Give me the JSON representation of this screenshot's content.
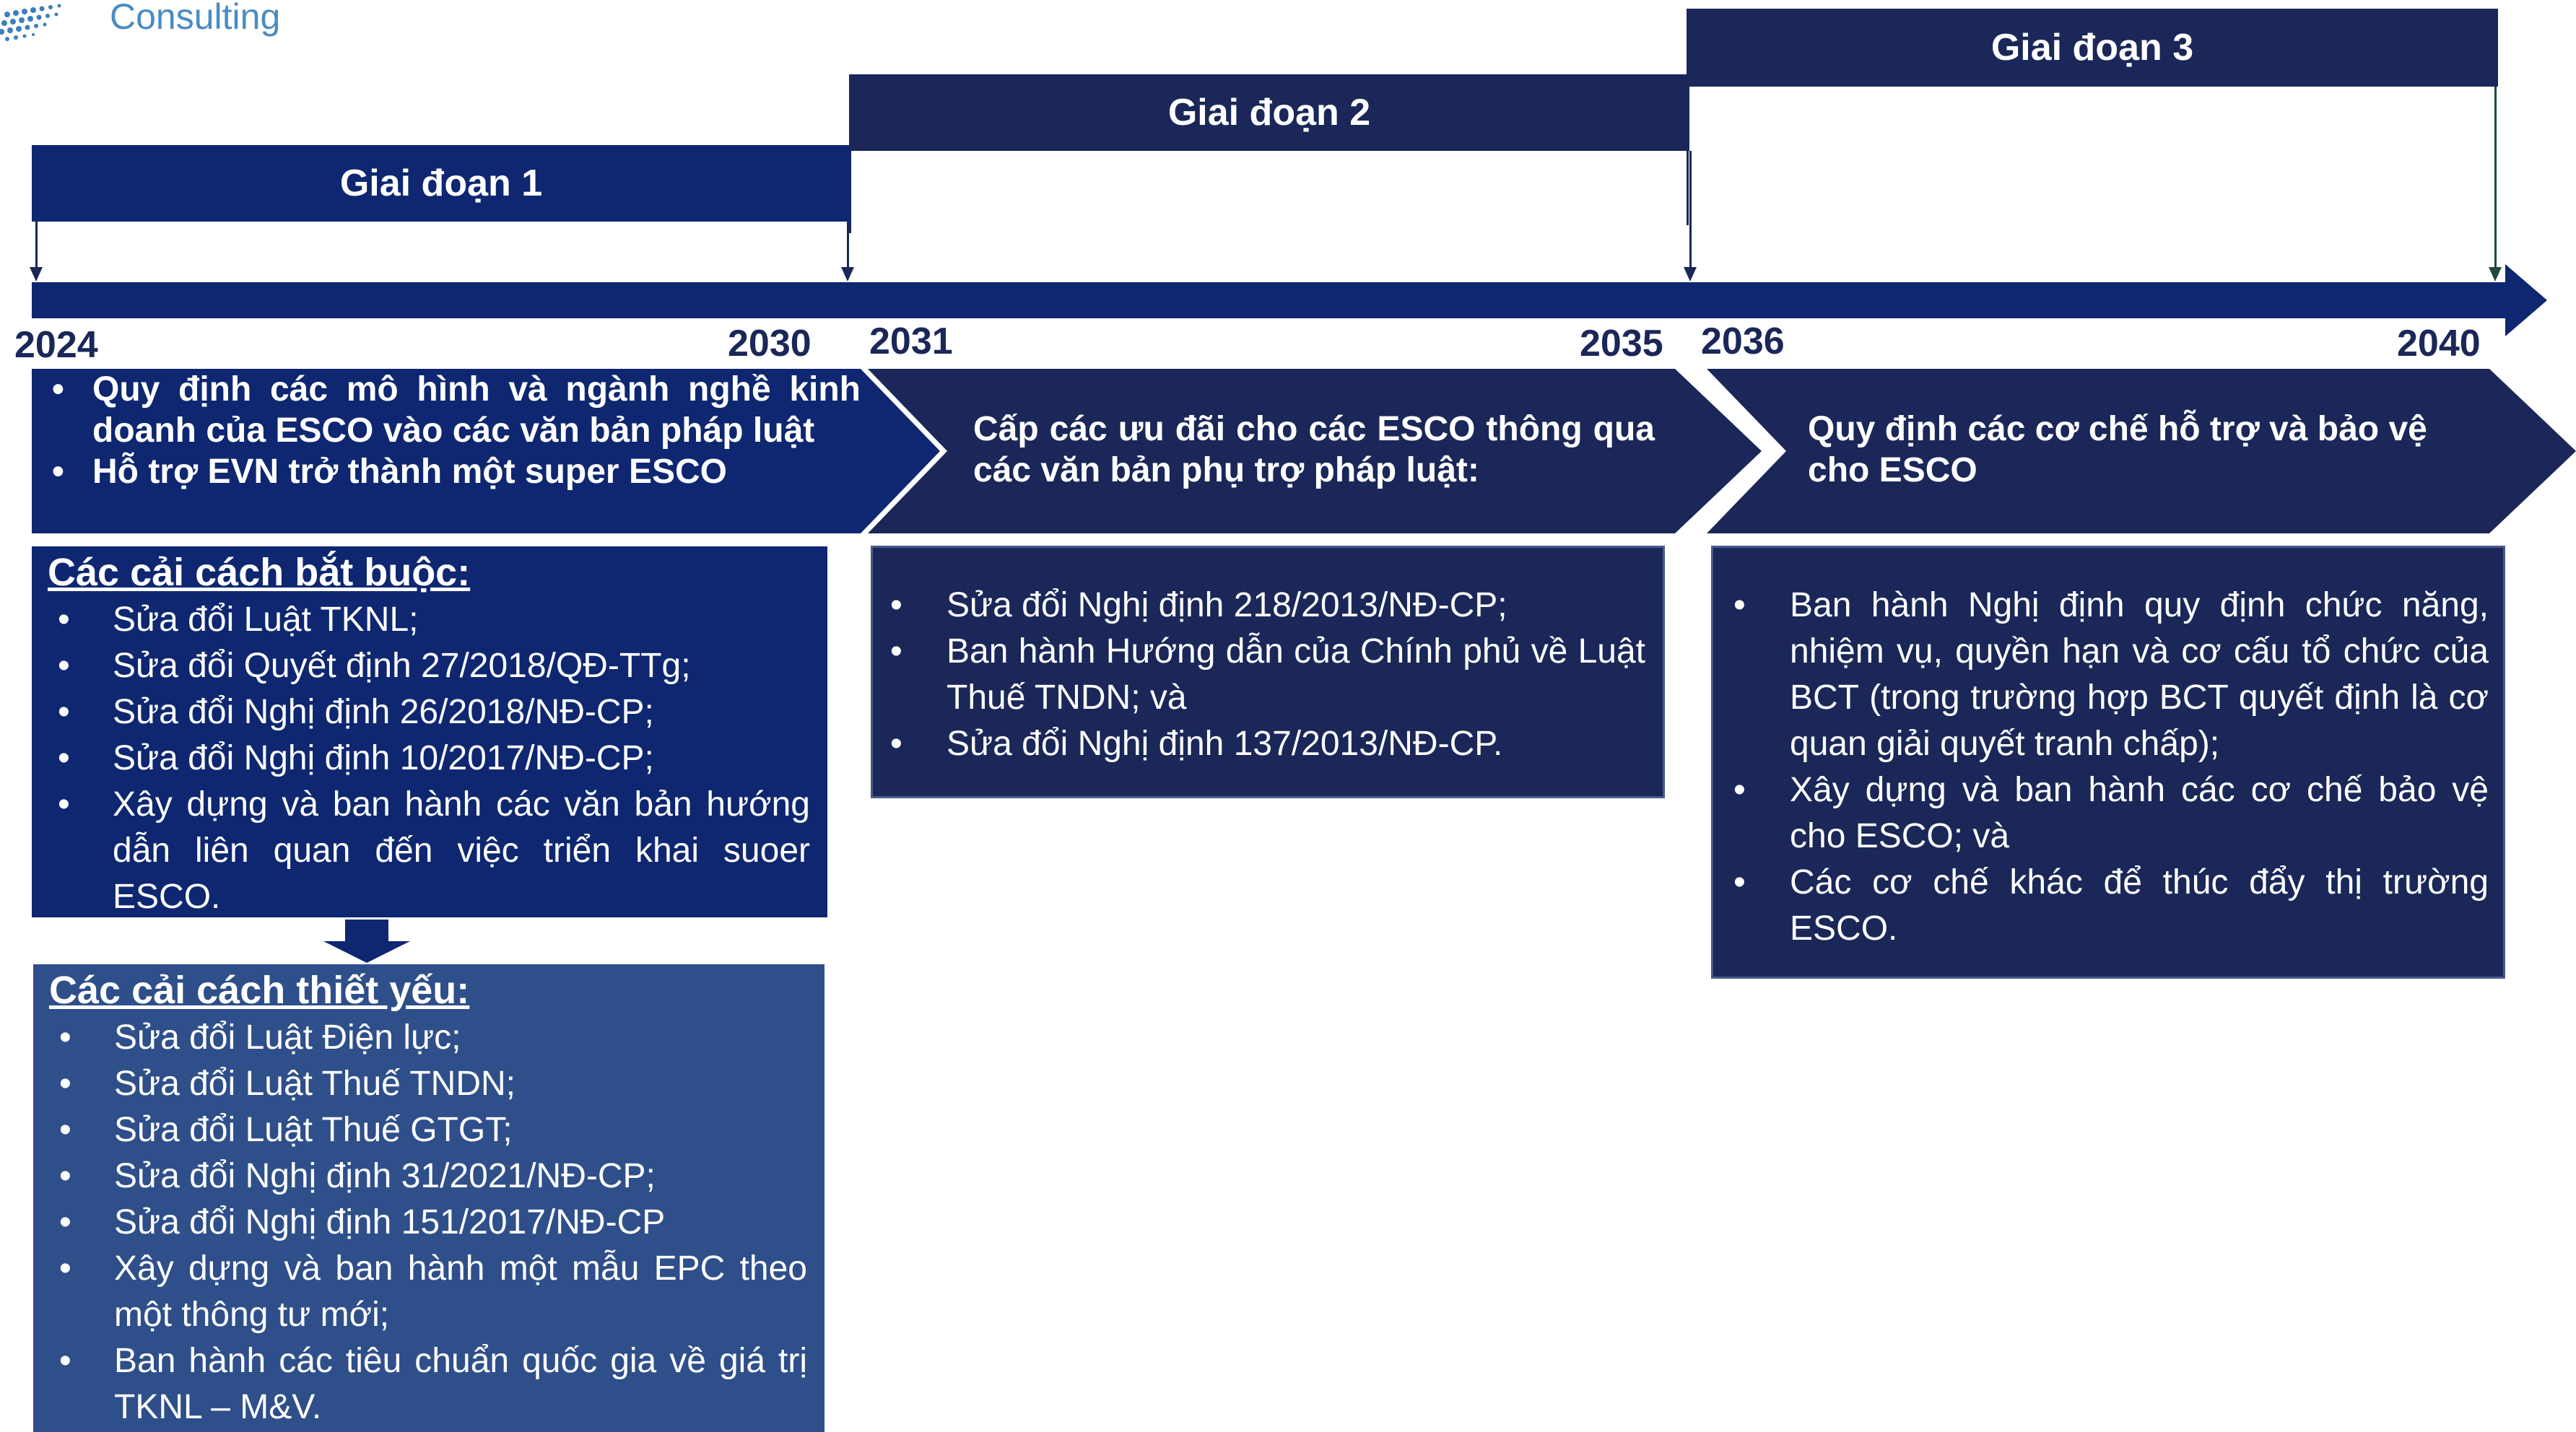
{
  "logo": {
    "text": "Consulting",
    "mark": "dot-globe-logo"
  },
  "phases": [
    {
      "label": "Giai đoạn 1"
    },
    {
      "label": "Giai đoạn 2"
    },
    {
      "label": "Giai đoạn 3"
    }
  ],
  "years": [
    "2024",
    "2030",
    "2031",
    "2035",
    "2036",
    "2040"
  ],
  "chevrons": {
    "phase1_items": [
      "Quy định các mô hình và ngành nghề kinh doanh của ESCO vào các văn bản pháp luật",
      "Hỗ trợ EVN trở thành một super  ESCO"
    ],
    "phase2_text": "Cấp các ưu đãi cho các ESCO thông qua các văn bản phụ trợ pháp luật:",
    "phase3_text": "Quy định các cơ chế hỗ trợ và bảo vệ cho ESCO"
  },
  "mandatory": {
    "title": "Các cải cách bắt buộc:",
    "items": [
      "Sửa đổi Luật TKNL;",
      "Sửa đổi Quyết định 27/2018/QĐ-TTg;",
      "Sửa đổi Nghị định 26/2018/NĐ-CP;",
      "Sửa đổi Nghị định 10/2017/NĐ-CP;",
      "Xây dựng và ban hành các văn bản hướng dẫn liên quan đến việc triển khai suoer ESCO."
    ]
  },
  "essential": {
    "title": "Các cải cách thiết yếu:",
    "items": [
      "Sửa đổi Luật Điện lực;",
      "Sửa đổi Luật Thuế TNDN;",
      "Sửa đổi Luật Thuế GTGT;",
      "Sửa đổi Nghị định 31/2021/NĐ-CP;",
      "Sửa đổi Nghị định 151/2017/NĐ-CP",
      "Xây dựng và ban hành một mẫu EPC theo một thông tư mới;",
      "Ban hành các tiêu chuẩn quốc gia về giá trị TKNL – M&V."
    ]
  },
  "phase2_box": {
    "items": [
      "Sửa đổi Nghị định 218/2013/NĐ-CP;",
      "Ban hành Hướng dẫn của Chính phủ về Luật Thuế TNDN; và",
      "Sửa đổi Nghị định 137/2013/NĐ-CP."
    ]
  },
  "phase3_box": {
    "items": [
      "Ban hành Nghị định quy định chức năng, nhiệm vụ, quyền hạn và cơ cấu tổ chức của BCT (trong trường hợp BCT quyết định là cơ quan giải quyết tranh chấp);",
      "Xây dựng và ban hành các cơ chế bảo vệ cho ESCO; và",
      "Các cơ chế khác để thúc đẩy thị trường ESCO."
    ]
  },
  "colors": {
    "navy": "#0e2770",
    "dark_navy": "#1a2758",
    "mid_blue": "#2f4f8a",
    "logo_blue": "#4a8cc2"
  }
}
